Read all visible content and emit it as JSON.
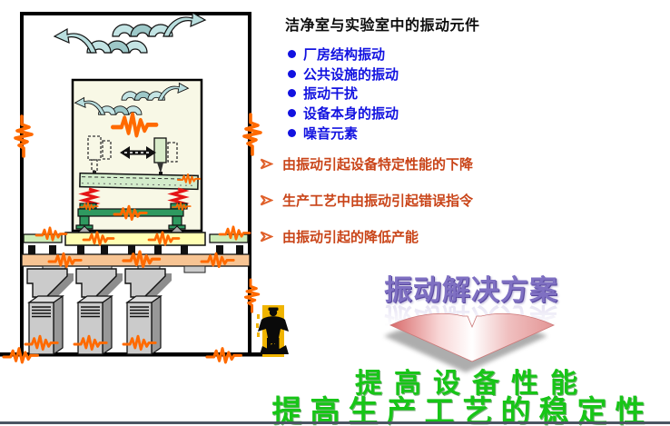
{
  "slide": {
    "title": "洁净室与实验室中的振动元件",
    "vibration_sources": {
      "bullet_icon": "bullet-dot-icon",
      "bullet_color": "#1212e0",
      "items": [
        "厂房结构振动",
        "公共设施的振动",
        "振动干扰",
        "设备本身的振动",
        "噪音元素"
      ]
    },
    "vibration_impacts": {
      "bullet_icon": "arrow-bullet-icon",
      "bullet_glyph": "➢",
      "text_color": "#c94418",
      "items": [
        "由振动引起设备特定性能的下降",
        "生产工艺中由振动引起错误指令",
        "由振动引起的降低产能"
      ]
    },
    "solution_heading": "振动解决方案",
    "benefits": {
      "line1": "提高设备性能",
      "line2": "提高生产工艺的稳定性"
    },
    "colors": {
      "source_text": "#1212e0",
      "impact_text": "#c94418",
      "impact_arrow": "#e0602a",
      "solution_text": "#7f70c2",
      "benefit_text": "#17c517",
      "airflow_teal": "#c3e4e4",
      "vibration_orange": "#ff6a00",
      "arrow_red": "#e05555",
      "bottom_rule": "#4b5663"
    },
    "diagram": {
      "description": "cleanroom-cross-section",
      "parts": [
        "cleanroom-walls",
        "airflow-curl-icon",
        "vibration-squiggle-icon",
        "inner-room-panel",
        "precision-machine",
        "motion-double-arrow-icon",
        "isolation-springs",
        "machine-stand",
        "raised-floor",
        "floor-pedestals",
        "concrete-slab",
        "hvac-ducts",
        "equipment-cabinets",
        "jackhammer-worker-icon"
      ]
    }
  }
}
